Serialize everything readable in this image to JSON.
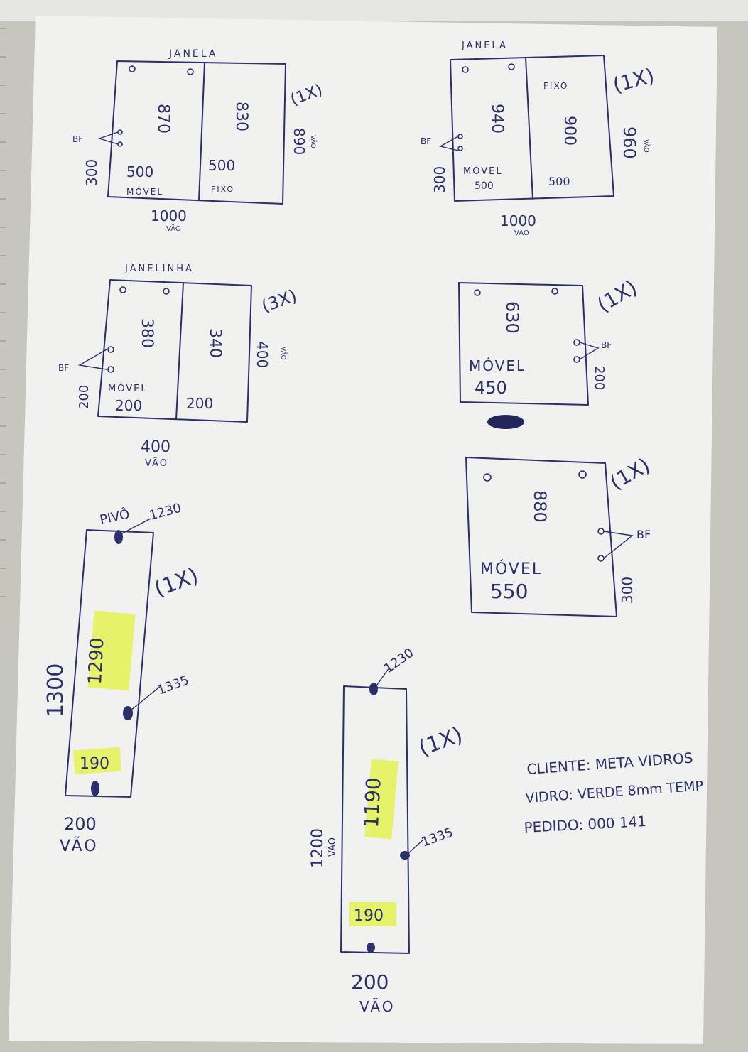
{
  "sketches": {
    "s1": {
      "title": "JANELA",
      "left_width": "500",
      "left_label": "MÓVEL",
      "right_width": "500",
      "right_label": "FIXO",
      "left_height": "870",
      "right_height": "830",
      "opening_height": "890",
      "opening_height_label": "VÃO",
      "total_width": "1000",
      "total_width_label": "VÃO",
      "side_dim": "300",
      "bf": "BF",
      "qty": "(1X)"
    },
    "s2": {
      "title": "JANELA",
      "left_width": "500",
      "left_label": "MÓVEL",
      "right_width": "500",
      "right_label": "FIXO",
      "left_height": "940",
      "right_height": "900",
      "opening_height": "960",
      "opening_height_label": "VÃO",
      "total_width": "1000",
      "total_width_label": "VÃO",
      "side_dim": "300",
      "bf": "BF",
      "qty": "(1X)"
    },
    "s3": {
      "title": "JANELINHA",
      "left_width": "200",
      "left_label": "MÓVEL",
      "right_width": "200",
      "left_height": "380",
      "right_height": "340",
      "opening_height": "400",
      "opening_height_label": "VÃO",
      "total_width": "400",
      "total_width_label": "VÃO",
      "side_dim": "200",
      "bf": "BF",
      "qty": "(3X)"
    },
    "s4": {
      "height": "630",
      "label": "MÓVEL",
      "width": "450",
      "side_dim": "200",
      "bf": "BF",
      "qty": "(1X)"
    },
    "s5": {
      "height": "880",
      "label": "MÓVEL",
      "width": "550",
      "side_dim": "300",
      "bf": "BF",
      "qty": "(1X)"
    },
    "s6": {
      "pivot_label": "PIVÔ",
      "top_dim": "1230",
      "height": "1290",
      "handle_dim": "1335",
      "width_inner": "190",
      "opening_height": "1300",
      "opening_width": "200",
      "opening_width_label": "VÃO",
      "qty": "(1X)"
    },
    "s7": {
      "top_dim": "1230",
      "height": "1190",
      "handle_dim": "1335",
      "width_inner": "190",
      "opening_height": "1200",
      "opening_height_label": "VÃO",
      "opening_width": "200",
      "opening_width_label": "VÃO",
      "qty": "(1X)"
    }
  },
  "order": {
    "client_line": "CLIENTE: META VIDROS",
    "glass_line": "VIDRO: VERDE 8mm TEMP",
    "order_line": "PEDIDO: 000 141"
  },
  "colors": {
    "ink": "#2b2f6a",
    "highlight": "#e4f25a",
    "paper": "#f1f1ef"
  }
}
